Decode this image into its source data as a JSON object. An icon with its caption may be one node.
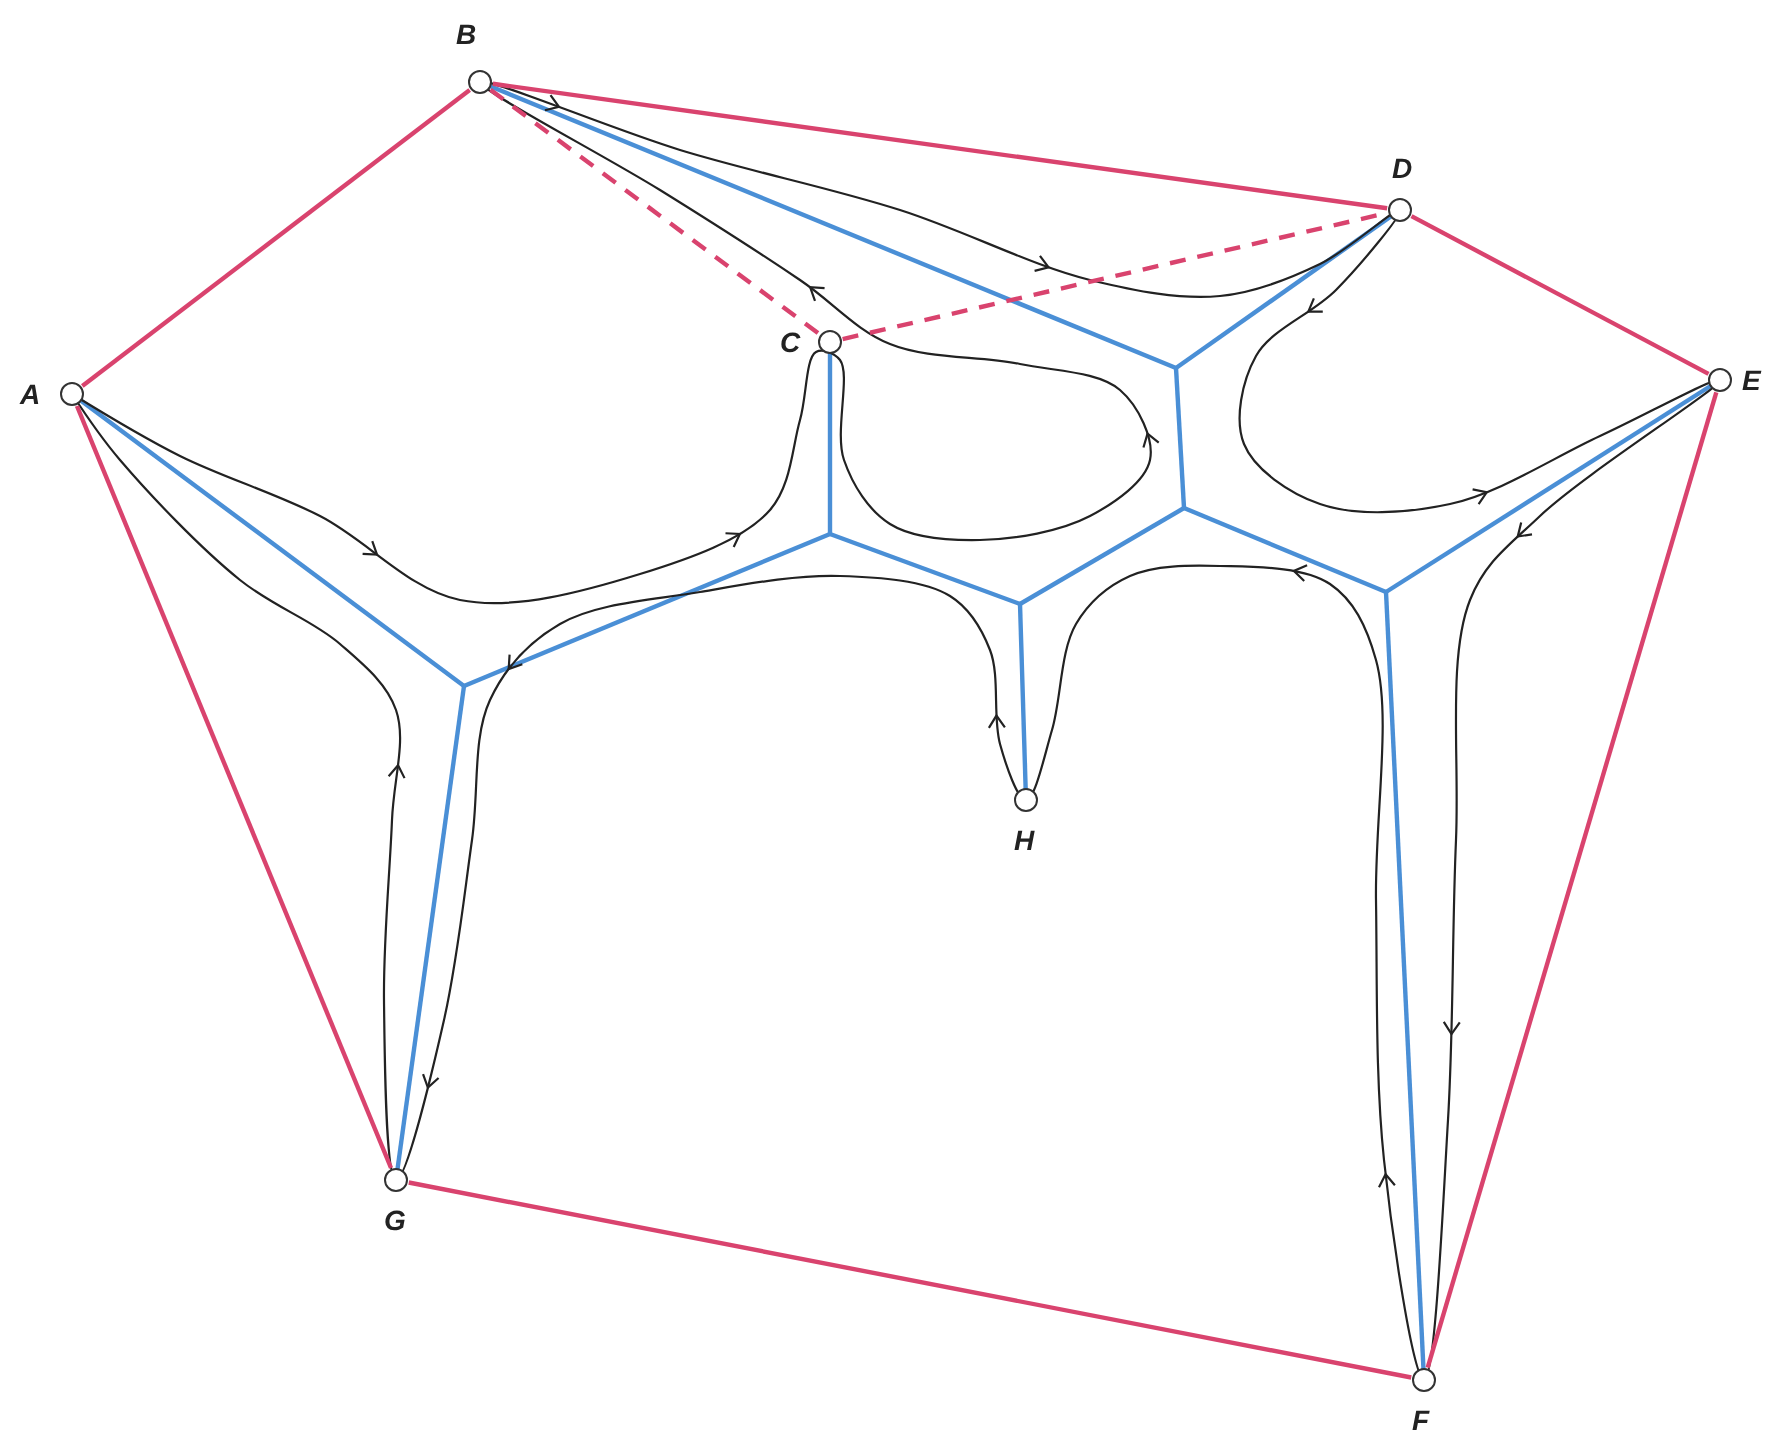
{
  "diagram": {
    "nodes": [
      {
        "text": [
          "A"
        ]
      },
      {
        "text": [
          "B"
        ]
      },
      {
        "text": [
          "C"
        ]
      },
      {
        "text": [
          "D"
        ]
      },
      {
        "text": [
          "E"
        ]
      },
      {
        "text": [
          "F"
        ]
      },
      {
        "text": [
          "G"
        ]
      },
      {
        "text": [
          "H"
        ]
      }
    ],
    "edges": [
      {
        "from": 0,
        "to": 1,
        "arrow": "none"
      },
      {
        "from": 1,
        "to": 3,
        "arrow": "none"
      },
      {
        "from": 3,
        "to": 4,
        "arrow": "none"
      },
      {
        "from": 4,
        "to": 5,
        "arrow": "none"
      },
      {
        "from": 5,
        "to": 6,
        "arrow": "none"
      },
      {
        "from": 6,
        "to": 0,
        "arrow": "none"
      },
      {
        "from": 1,
        "to": 2,
        "arrow": "none",
        "style": "dashed"
      },
      {
        "from": 2,
        "to": 3,
        "arrow": "none",
        "style": "dashed"
      }
    ]
  }
}
